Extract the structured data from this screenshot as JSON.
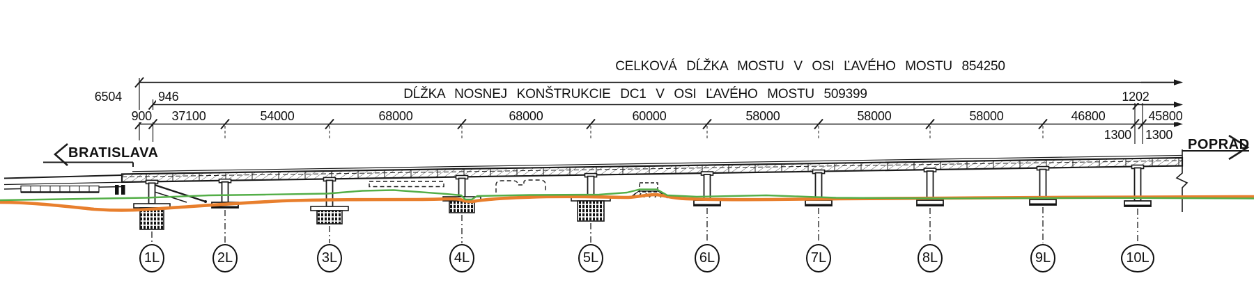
{
  "header": {
    "total_length_text": "CELKOVÁ DĹŽKA MOSTU V OSI ĽAVÉHO MOSTU 854250",
    "dc1_length_text": "DĹŽKA NOSNEJ KONŠTRUKCIE DC1 V OSI ĽAVÉHO MOSTU 509399"
  },
  "dimensions": {
    "left_offset_top": "6504",
    "left_offset_mid": "946",
    "left_offset_bottom": "900",
    "spans": [
      "37100",
      "54000",
      "68000",
      "68000",
      "60000",
      "58000",
      "58000",
      "58000",
      "46800"
    ],
    "last_span": "45800",
    "right_offset_top": "1202",
    "bearing_left": "1300",
    "bearing_right": "1300"
  },
  "directions": {
    "left_label": "BRATISLAVA",
    "right_label": "POPRAD"
  },
  "piers": [
    {
      "label": "1L"
    },
    {
      "label": "2L"
    },
    {
      "label": "3L"
    },
    {
      "label": "4L"
    },
    {
      "label": "5L"
    },
    {
      "label": "6L"
    },
    {
      "label": "7L"
    },
    {
      "label": "8L"
    },
    {
      "label": "9L"
    },
    {
      "label": "10L"
    }
  ],
  "colors": {
    "line": "#1a1a1a",
    "terrain_existing_orange": "#e87f2d",
    "terrain_design_green": "#53ae47"
  }
}
